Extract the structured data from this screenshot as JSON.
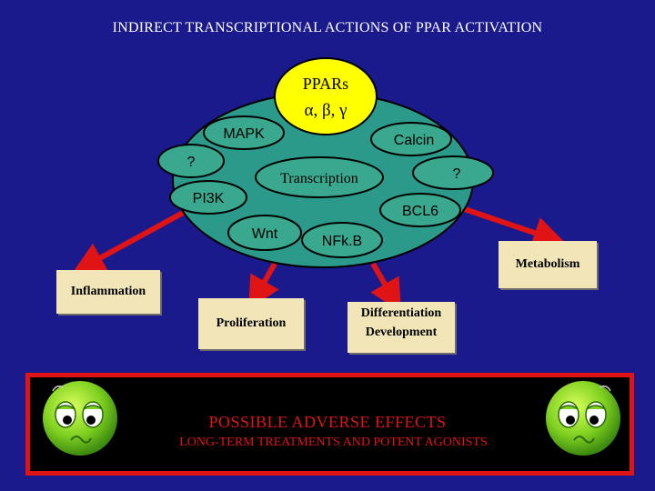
{
  "title": "INDIRECT TRANSCRIPTIONAL ACTIONS OF PPAR ACTIVATION",
  "center": {
    "label_line1": "PPARs",
    "label_line2": "α, β, γ",
    "transcription": "Transcription"
  },
  "nodes": {
    "mapk": "MAPK",
    "calcin": "Calcin",
    "question_left": "?",
    "question_right": "?",
    "pi3k": "PI3K",
    "bcl6": "BCL6",
    "wnt": "Wnt",
    "nfkb": "NFk.B"
  },
  "outcomes": {
    "inflammation": "Inflammation",
    "metabolism": "Metabolism",
    "proliferation": "Proliferation",
    "differentiation_line1": "Differentiation",
    "differentiation_line2": "Development"
  },
  "warning": {
    "line1": "POSSIBLE ADVERSE EFFECTS",
    "line2": "LONG-TERM TREATMENTS AND POTENT AGONISTS"
  },
  "colors": {
    "background": "#1a1a8c",
    "big_ellipse": "#2c9a8a",
    "node_fill": "#3aa88e",
    "pparfill": "#ffff00",
    "arrow": "#e01414",
    "box_fill": "#f2e6b8",
    "warning_text": "#e01414"
  }
}
